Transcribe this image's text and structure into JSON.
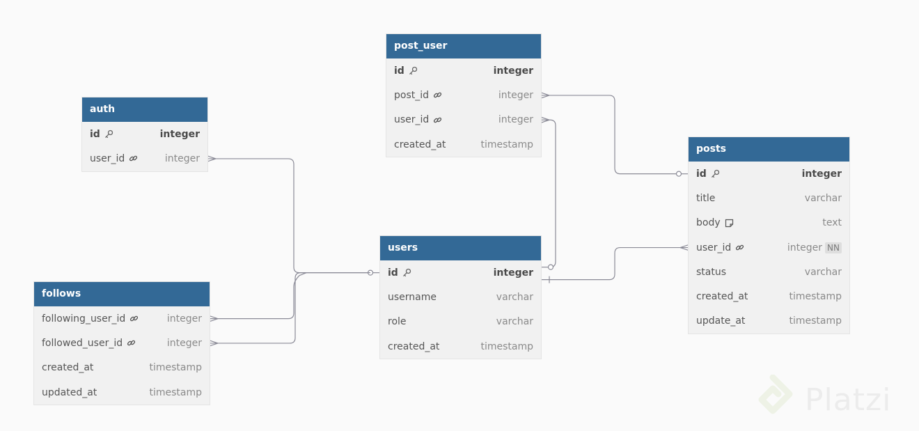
{
  "diagram": {
    "tables": [
      {
        "key": "post_user",
        "name": "post_user",
        "fields": [
          {
            "name": "id",
            "type": "integer",
            "icon": "key-icon",
            "pk": true
          },
          {
            "name": "post_id",
            "type": "integer",
            "icon": "link-icon"
          },
          {
            "name": "user_id",
            "type": "integer",
            "icon": "link-icon"
          },
          {
            "name": "created_at",
            "type": "timestamp"
          }
        ]
      },
      {
        "key": "auth",
        "name": "auth",
        "fields": [
          {
            "name": "id",
            "type": "integer",
            "icon": "key-icon",
            "pk": true
          },
          {
            "name": "user_id",
            "type": "integer",
            "icon": "link-icon"
          }
        ]
      },
      {
        "key": "posts",
        "name": "posts",
        "fields": [
          {
            "name": "id",
            "type": "integer",
            "icon": "key-icon",
            "pk": true
          },
          {
            "name": "title",
            "type": "varchar"
          },
          {
            "name": "body",
            "type": "text",
            "icon": "note-icon"
          },
          {
            "name": "user_id",
            "type": "integer",
            "icon": "link-icon",
            "badge": "NN"
          },
          {
            "name": "status",
            "type": "varchar"
          },
          {
            "name": "created_at",
            "type": "timestamp"
          },
          {
            "name": "update_at",
            "type": "timestamp"
          }
        ]
      },
      {
        "key": "users",
        "name": "users",
        "fields": [
          {
            "name": "id",
            "type": "integer",
            "icon": "key-icon",
            "pk": true
          },
          {
            "name": "username",
            "type": "varchar"
          },
          {
            "name": "role",
            "type": "varchar"
          },
          {
            "name": "created_at",
            "type": "timestamp"
          }
        ]
      },
      {
        "key": "follows",
        "name": "follows",
        "fields": [
          {
            "name": "following_user_id",
            "type": "integer",
            "icon": "link-icon"
          },
          {
            "name": "followed_user_id",
            "type": "integer",
            "icon": "link-icon"
          },
          {
            "name": "created_at",
            "type": "timestamp"
          },
          {
            "name": "updated_at",
            "type": "timestamp"
          }
        ]
      }
    ],
    "relationships": [
      {
        "from": "post_user.post_id",
        "to": "posts.id",
        "from_end": "many",
        "to_end": "zero-or-one"
      },
      {
        "from": "post_user.user_id",
        "to": "users.id",
        "from_end": "many",
        "to_end": "zero-or-one"
      },
      {
        "from": "auth.user_id",
        "to": "users.id",
        "from_end": "many",
        "to_end": "zero-or-one"
      },
      {
        "from": "follows.following_user_id",
        "to": "users.id",
        "from_end": "many",
        "to_end": "zero-or-one"
      },
      {
        "from": "follows.followed_user_id",
        "to": "users.id",
        "from_end": "many",
        "to_end": "zero-or-one"
      },
      {
        "from": "posts.user_id",
        "to": "users.id",
        "from_end": "many",
        "to_end": "one"
      }
    ],
    "colors": {
      "header": "#336996",
      "header_text": "#ffffff",
      "body": "#f1f1f1",
      "line": "#8a8a96",
      "background": "#fafafa"
    }
  },
  "watermark": {
    "text": "Platzi"
  }
}
